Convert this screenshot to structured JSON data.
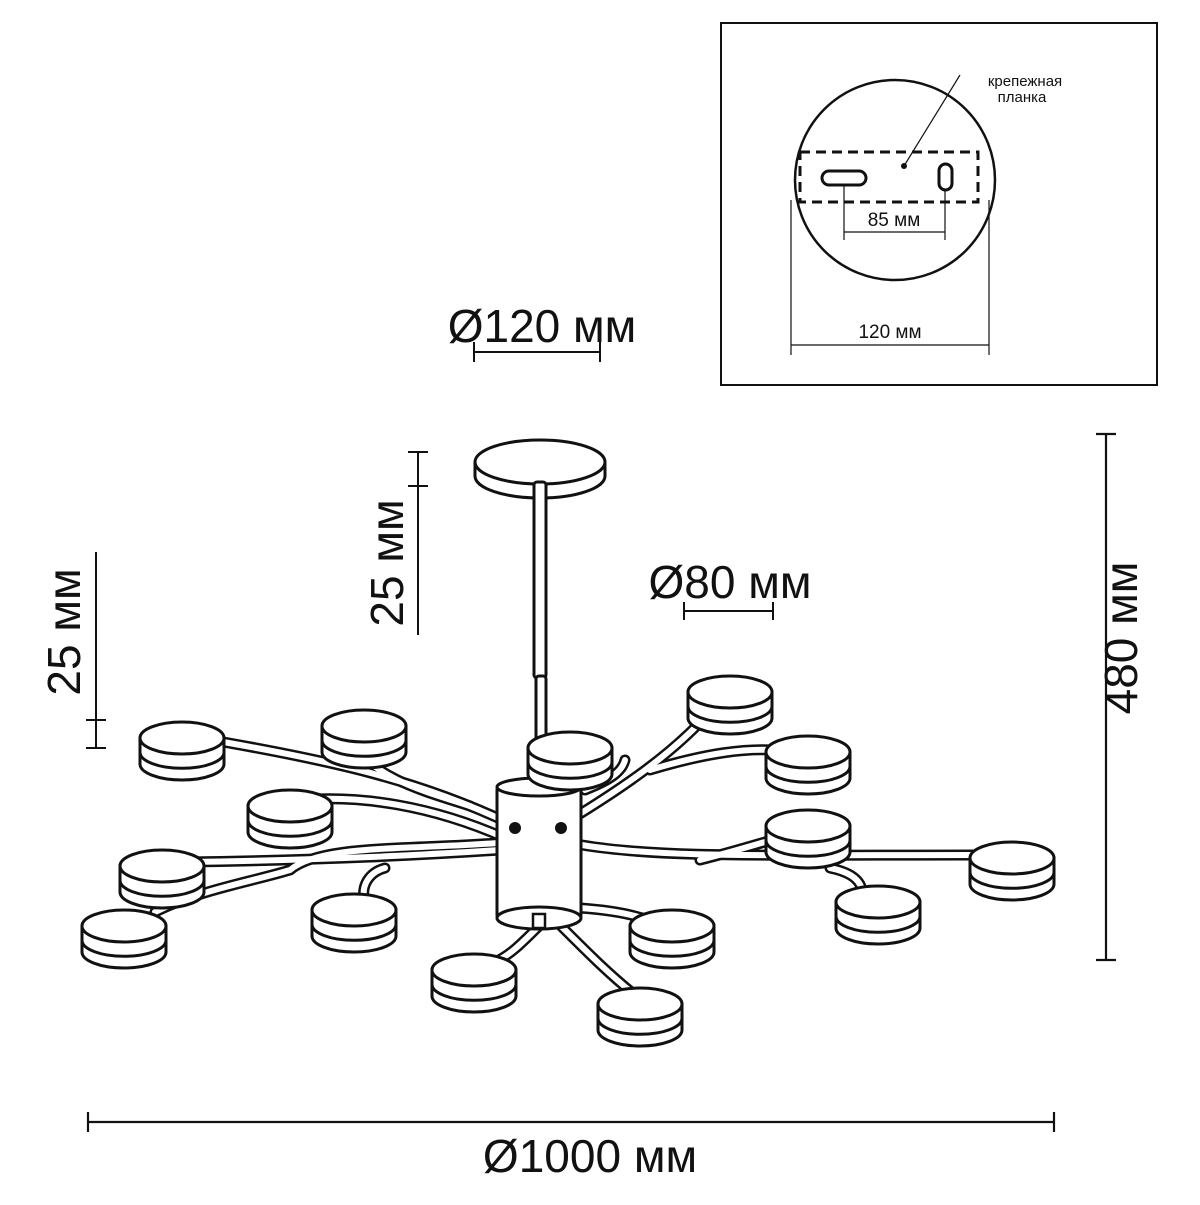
{
  "dimensions": {
    "base_diameter": "Ø120 мм",
    "shade_diameter": "Ø80 мм",
    "overall_diameter": "Ø1000 мм",
    "height": "480 мм",
    "canopy_height": "25 мм",
    "shade_height": "25 мм"
  },
  "inset": {
    "bracket_label_line1": "крепежная",
    "bracket_label_line2": "планка",
    "hole_spacing": "85 мм",
    "canopy_width": "120 мм"
  },
  "colors": {
    "line": "#111111",
    "background": "#ffffff"
  }
}
